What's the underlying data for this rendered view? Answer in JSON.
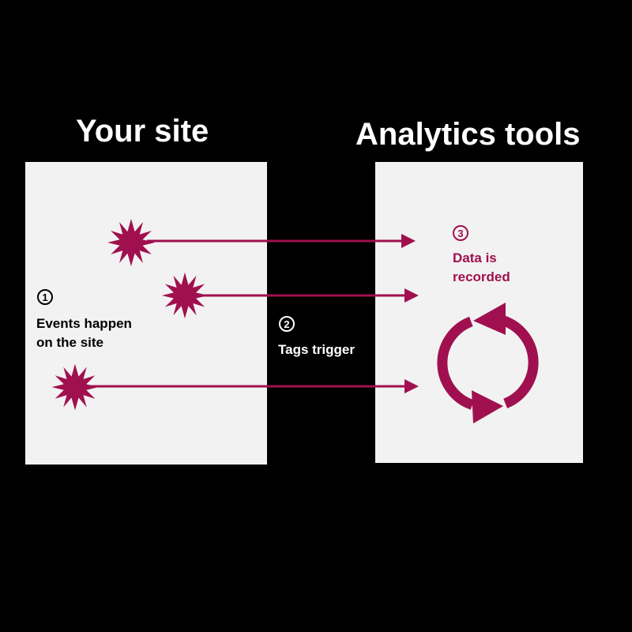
{
  "headings": {
    "left": "Your site",
    "right": "Analytics tools"
  },
  "steps": [
    {
      "number": "1",
      "lines": [
        "Events happen",
        "on the site"
      ]
    },
    {
      "number": "2",
      "lines": [
        "Tags trigger"
      ]
    },
    {
      "number": "3",
      "lines": [
        "Data is",
        "recorded"
      ]
    }
  ],
  "colors": {
    "background": "#000000",
    "panel": "#f2f2f2",
    "accent": "#a0104f",
    "heading": "#ffffff"
  },
  "icons": [
    "starburst-icon",
    "arrow-icon",
    "refresh-cycle-icon"
  ]
}
